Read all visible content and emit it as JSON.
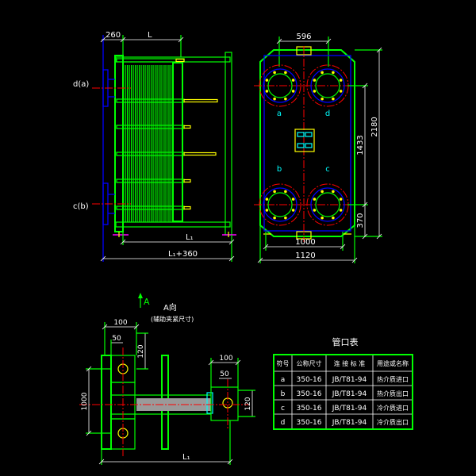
{
  "colors": {
    "background": "#000000",
    "green": "#00ff00",
    "yellow": "#ffff00",
    "blue": "#0000ff",
    "red": "#ff0000",
    "cyan": "#00ffff",
    "magenta": "#ff00ff",
    "white": "#ffffff",
    "gray": "#9a9a9a"
  },
  "side_view": {
    "dim_260": "260",
    "dim_L": "L",
    "nozzle_upper": "d(a)",
    "nozzle_lower": "c(b)",
    "dim_L1": "L₁",
    "dim_L1_360": "L₁+360"
  },
  "front_view": {
    "dim_596": "596",
    "port_a": "a",
    "port_d": "d",
    "port_b": "b",
    "port_c": "c",
    "dim_1433": "1433",
    "dim_2180": "2180",
    "dim_370": "370",
    "dim_1000": "1000",
    "dim_1120": "1120"
  },
  "detail_view": {
    "section_mark": "A",
    "title": "A向",
    "subtitle": "(辅助夹紧尺寸)",
    "dim_100_left": "100",
    "dim_50_left": "50",
    "dim_120_left": "120",
    "dim_1000": "1000",
    "dim_100_right": "100",
    "dim_50_right": "50",
    "dim_120_right": "120",
    "dim_L1": "L₁"
  },
  "nozzle_table": {
    "title": "管口表",
    "headers": [
      "符号",
      "公称尺寸",
      "连 接 标 准",
      "用途或名称"
    ],
    "rows": [
      {
        "symbol": "a",
        "size": "350-16",
        "standard": "JB/T81-94",
        "purpose": "热介质进口"
      },
      {
        "symbol": "b",
        "size": "350-16",
        "standard": "JB/T81-94",
        "purpose": "热介质出口"
      },
      {
        "symbol": "c",
        "size": "350-16",
        "standard": "JB/T81-94",
        "purpose": "冷介质进口"
      },
      {
        "symbol": "d",
        "size": "350-16",
        "standard": "JB/T81-94",
        "purpose": "冷介质出口"
      }
    ]
  }
}
